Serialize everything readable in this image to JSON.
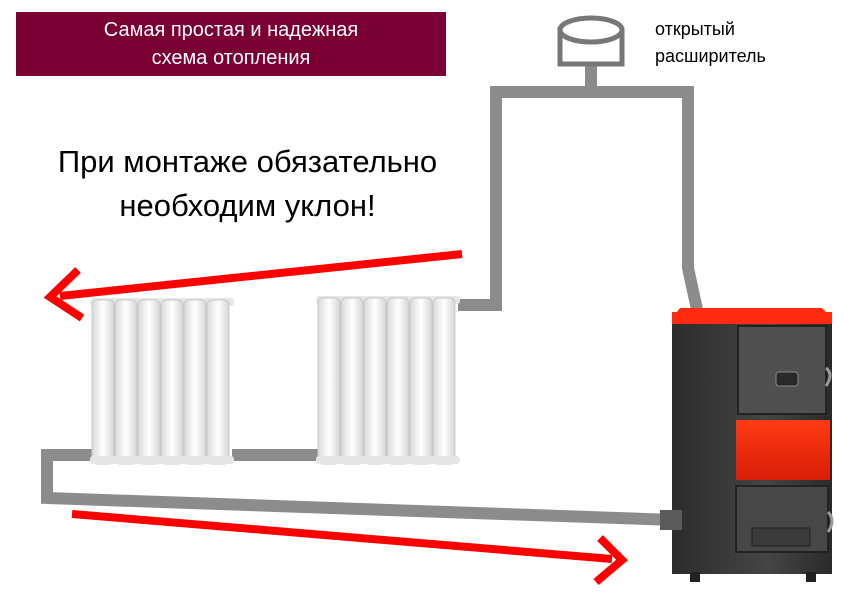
{
  "title": {
    "line1": "Самая простая и надежная",
    "line2": "схема отопления"
  },
  "warning": {
    "line1": "При монтаже обязательно",
    "line2": "необходим уклон!"
  },
  "expander_label": {
    "line1": "открытый",
    "line2": "расширитель"
  },
  "colors": {
    "title_bg": "#7a0034",
    "pipe": "#8c8c8c",
    "arrow": "#ff0000",
    "boiler_body": "#3a3a3a",
    "boiler_top": "#ff2a10",
    "radiator": "#f2f2f2"
  },
  "components": {
    "radiators": 2,
    "sections_per_radiator": 6
  }
}
